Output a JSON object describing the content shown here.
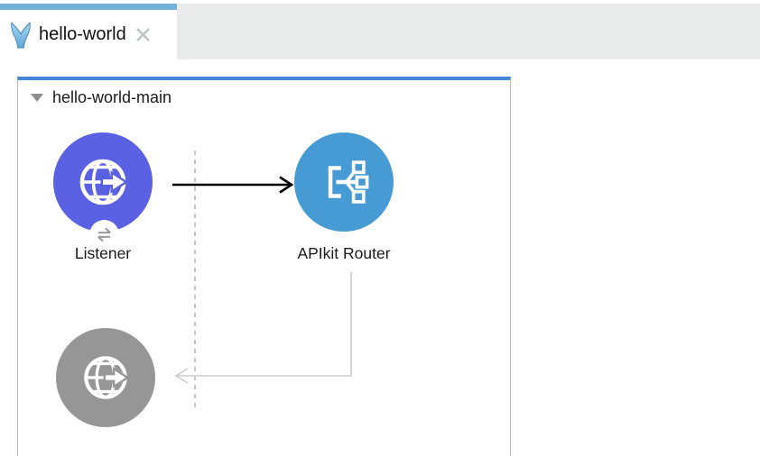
{
  "window": {
    "tab_bar": {
      "background": "#e9eaea",
      "tabs": [
        {
          "title": "hello-world",
          "active": true,
          "accent_color": "#74b1d8",
          "logo_icon": "mule-logo-icon",
          "close_icon": "close-icon"
        }
      ]
    }
  },
  "flow": {
    "name": "hello-world-main",
    "top_border_color": "#4189d8",
    "collapse_icon": "triangle-down-icon",
    "nodes": {
      "listener": {
        "label": "Listener",
        "color": "#5a61e2",
        "icon": "globe-arrow-icon",
        "badge_icon": "exchange-arrows-icon"
      },
      "apikit": {
        "label": "APIkit Router",
        "color": "#479bd5",
        "icon": "router-branches-icon"
      },
      "response": {
        "color": "#969696",
        "icon": "globe-arrow-icon",
        "disabled": true
      }
    },
    "connectors": {
      "flow_arrow_color": "#000000",
      "return_arrow_color": "#cccccc",
      "guide_line_color": "#c9c9c9"
    }
  }
}
